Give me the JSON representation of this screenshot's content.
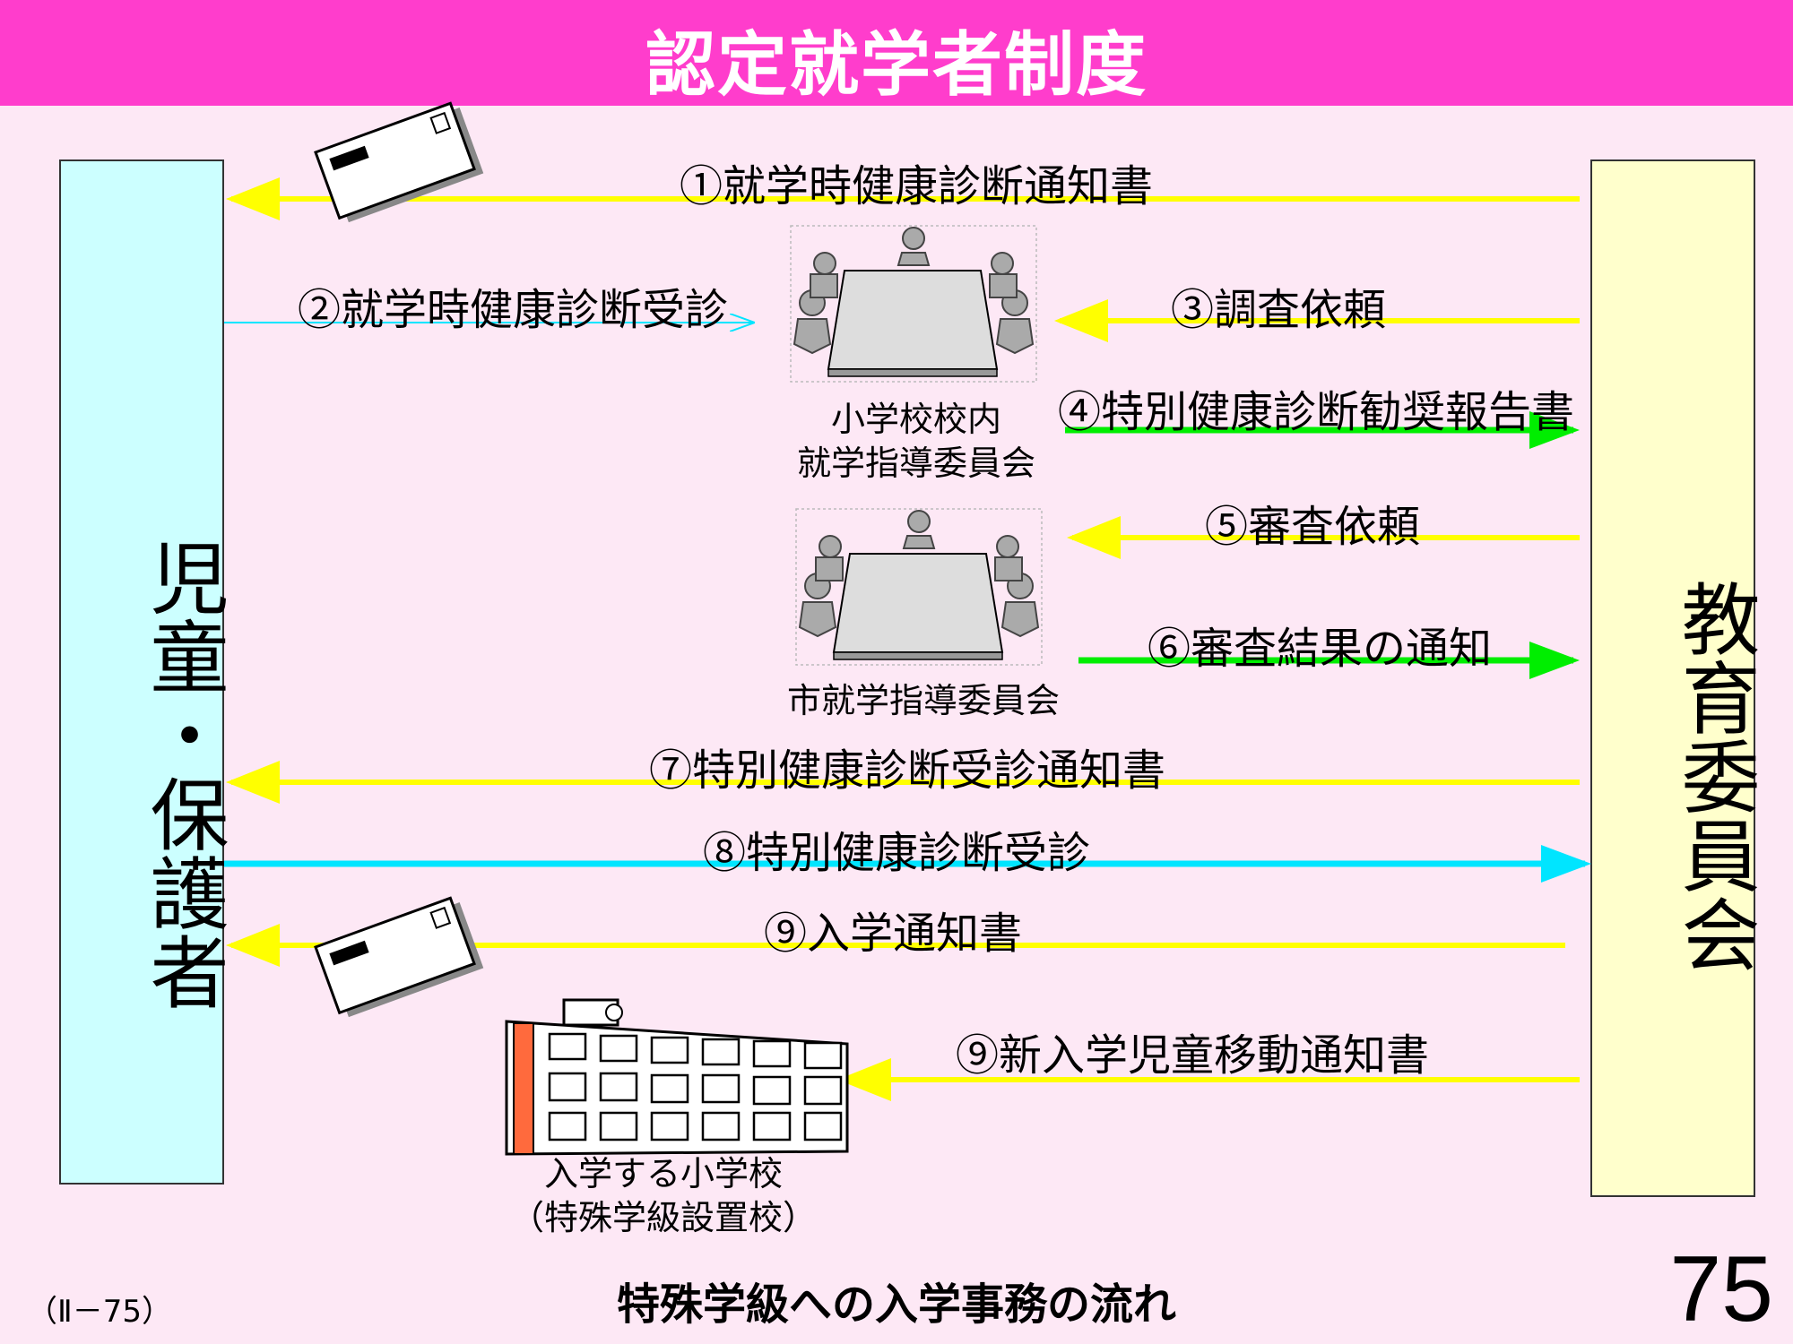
{
  "title": "認定就学者制度",
  "left_box": "児童・保護者",
  "right_box": "教育委員会",
  "steps": {
    "s1": "①就学時健康診断通知書",
    "s2": "②就学時健康診断受診",
    "s3": "③調査依頼",
    "s4": "④特別健康診断勧奨報告書",
    "s5": "⑤審査依頼",
    "s6": "⑥審査結果の通知",
    "s7": "⑦特別健康診断受診通知書",
    "s8": "⑧特別健康診断受診",
    "s9a": "⑨入学通知書",
    "s9b": "⑨新入学児童移動通知書"
  },
  "captions": {
    "school_committee_1": "小学校校内",
    "school_committee_2": "就学指導委員会",
    "city_committee": "市就学指導委員会",
    "school_1": "入学する小学校",
    "school_2": "（特殊学級設置校）"
  },
  "subtitle": "特殊学級への入学事務の流れ",
  "ref": "（Ⅱ－75）",
  "page_number": "75",
  "colors": {
    "title_bar": "#ff3dcc",
    "background": "#fde8f5",
    "left_box": "#ccffff",
    "right_box": "#ffffcc",
    "arrow_yellow": "#ffff00",
    "arrow_green": "#00ee00",
    "arrow_cyan": "#00e5ff"
  },
  "icons": [
    "envelope-icon",
    "meeting-table-icon",
    "school-building-icon"
  ]
}
